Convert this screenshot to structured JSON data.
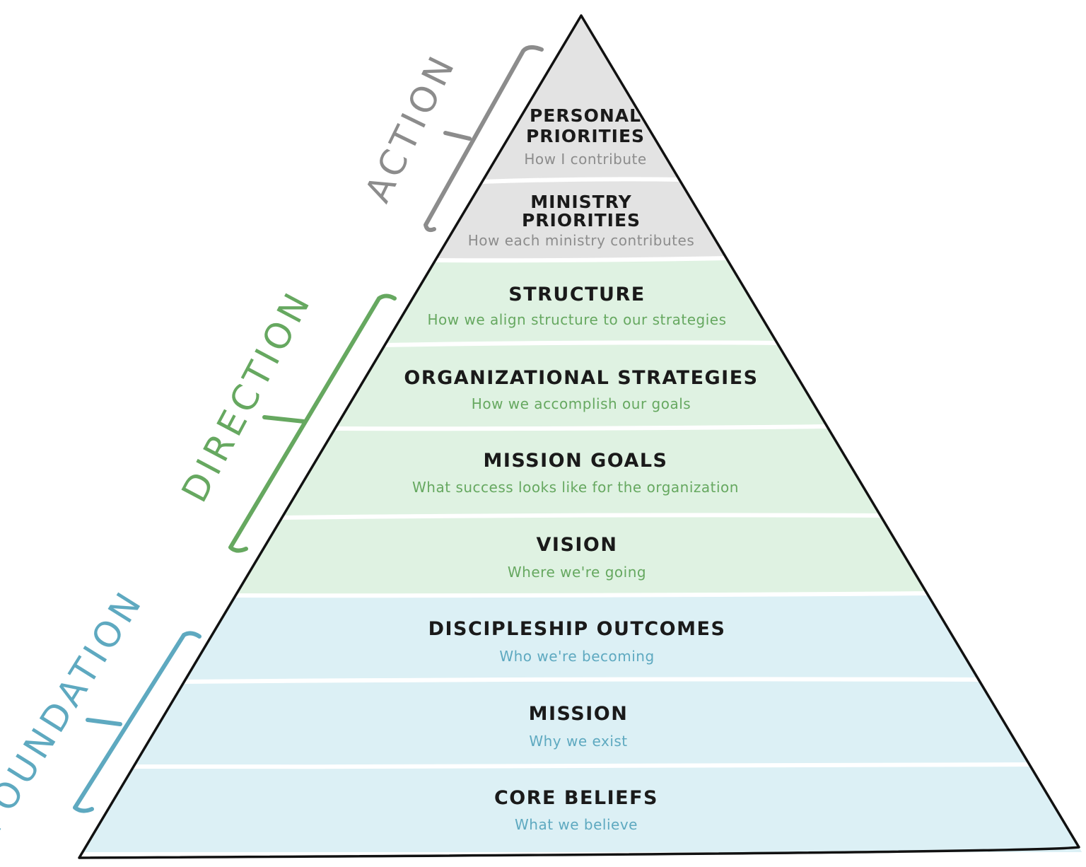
{
  "diagram": {
    "colors": {
      "action": "#8c8c8c",
      "action_fill": "#e3e3e3",
      "direction": "#66a860",
      "direction_fill": "#dff2e2",
      "foundation": "#5ea9c0",
      "foundation_fill": "#dcf0f5",
      "outline": "#111111",
      "separator": "#ffffff"
    },
    "groups": [
      {
        "id": "action",
        "label": "ACTION"
      },
      {
        "id": "direction",
        "label": "DIRECTION"
      },
      {
        "id": "foundation",
        "label": "FOUNDATION"
      }
    ],
    "tiers": [
      {
        "id": "personal-priorities",
        "group": "action",
        "title_lines": [
          "PERSONAL",
          "PRIORITIES"
        ],
        "subtitle": "How I contribute"
      },
      {
        "id": "ministry-priorities",
        "group": "action",
        "title_lines": [
          "MINISTRY",
          "PRIORITIES"
        ],
        "subtitle": "How each ministry contributes"
      },
      {
        "id": "structure",
        "group": "direction",
        "title_lines": [
          "STRUCTURE"
        ],
        "subtitle": "How we align structure to our strategies"
      },
      {
        "id": "organizational-strategies",
        "group": "direction",
        "title_lines": [
          "ORGANIZATIONAL STRATEGIES"
        ],
        "subtitle": "How we accomplish our goals"
      },
      {
        "id": "mission-goals",
        "group": "direction",
        "title_lines": [
          "MISSION GOALS"
        ],
        "subtitle": "What success looks like for the organization"
      },
      {
        "id": "vision",
        "group": "direction",
        "title_lines": [
          "VISION"
        ],
        "subtitle": "Where we're going"
      },
      {
        "id": "discipleship-outcomes",
        "group": "foundation",
        "title_lines": [
          "DISCIPLESHIP OUTCOMES"
        ],
        "subtitle": "Who we're becoming"
      },
      {
        "id": "mission",
        "group": "foundation",
        "title_lines": [
          "MISSION"
        ],
        "subtitle": "Why we exist"
      },
      {
        "id": "core-beliefs",
        "group": "foundation",
        "title_lines": [
          "CORE BELIEFS"
        ],
        "subtitle": "What we believe"
      }
    ]
  }
}
